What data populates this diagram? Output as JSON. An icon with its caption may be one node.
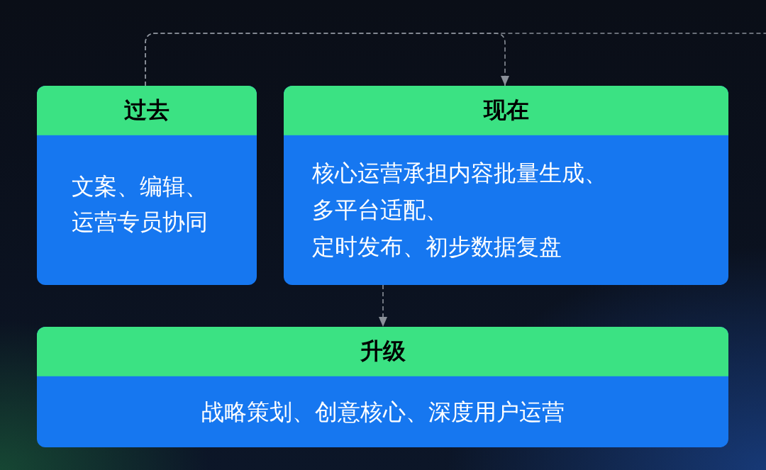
{
  "diagram": {
    "nodes": [
      {
        "text": [
          "过去",
          "文案、编辑、运营专员协同"
        ]
      },
      {
        "text": [
          "现在",
          "核心运营承担内容批量生成、",
          "多平台适配、",
          "定时发布、初步数据复盘"
        ]
      },
      {
        "text": [
          "升级",
          "战略策划、创意核心、深度用户运营"
        ]
      }
    ],
    "edges": [
      {
        "from": 0,
        "to": 1,
        "arrow": "to",
        "style": "dashed"
      },
      {
        "from": 1,
        "to": 2,
        "arrow": "to",
        "style": "dashed"
      },
      {
        "from": 0,
        "to": null,
        "arrow": "none",
        "style": "dashed"
      }
    ]
  }
}
